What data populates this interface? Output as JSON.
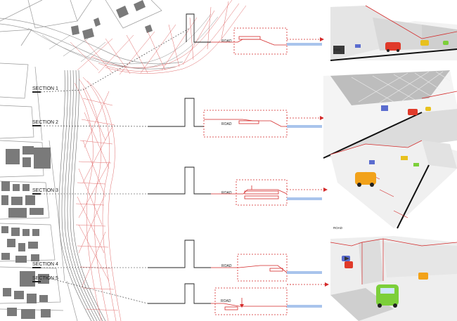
{
  "section_labels": [
    "SECTION  1",
    "SECTION  2",
    "SECTION  3",
    "SECTION  4",
    "SECTION  5"
  ],
  "road_label": "ROAD",
  "colors": {
    "accent_red": "#d42a2a",
    "mesh_red": "#e06a6a",
    "mesh_gray": "#8a8a8a",
    "water_blue": "#a9c4ec",
    "building_gray": "#7a7a7a",
    "render_white": "#eeeeee",
    "car_red": "#e03a2a",
    "car_yellow": "#e8c11e",
    "car_green": "#7ccf3a",
    "car_orange": "#f2a21a",
    "car_blue": "#5a6ccf"
  },
  "icons": [
    "north-arrow-icon",
    "car-icon"
  ]
}
